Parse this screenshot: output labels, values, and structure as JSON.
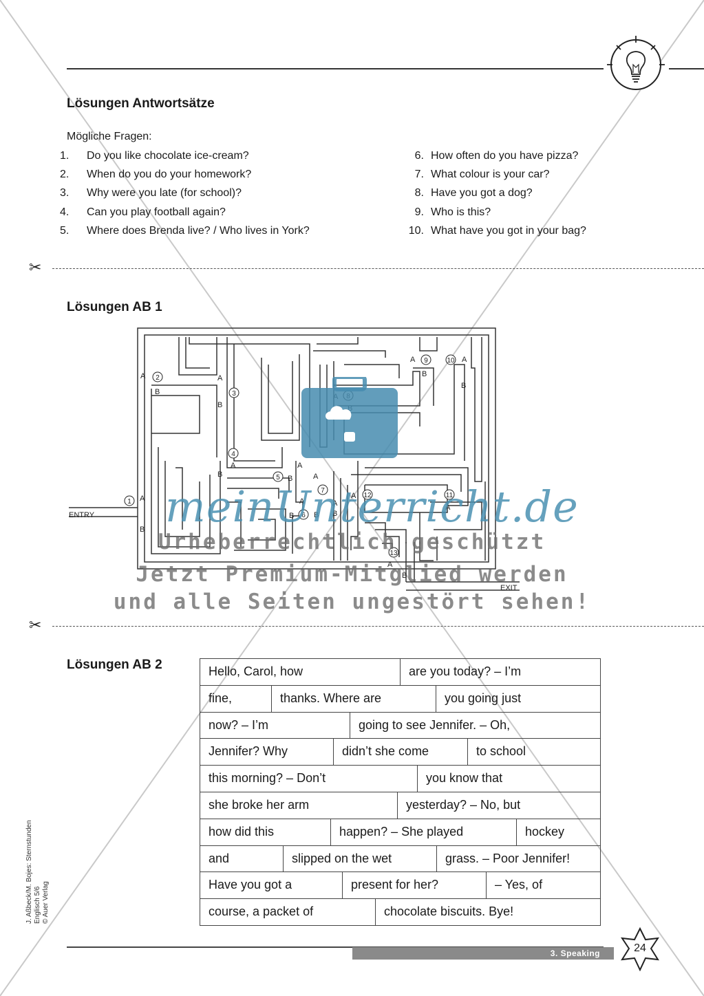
{
  "header": {
    "icon": "lightbulb-icon"
  },
  "section1": {
    "title": "Lösungen Antwortsätze",
    "subtitle": "Mögliche Fragen:",
    "questions_left": [
      {
        "n": "1.",
        "t": "Do you like chocolate ice-cream?"
      },
      {
        "n": "2.",
        "t": "When do you do your homework?"
      },
      {
        "n": "3.",
        "t": "Why were you late (for school)?"
      },
      {
        "n": "4.",
        "t": "Can you play football again?"
      },
      {
        "n": "5.",
        "t": "Where does Brenda live? / Who lives in York?"
      }
    ],
    "questions_right": [
      {
        "n": "6.",
        "t": "How often do you have pizza?"
      },
      {
        "n": "7.",
        "t": "What colour is your car?"
      },
      {
        "n": "8.",
        "t": "Have you got a dog?"
      },
      {
        "n": "9.",
        "t": "Who is this?"
      },
      {
        "n": "10.",
        "t": "What have you got in your bag?"
      }
    ]
  },
  "section2": {
    "title": "Lösungen AB 1",
    "entry_label": "ENTRY",
    "exit_label": "EXIT",
    "a": "A",
    "b": "B",
    "markers": [
      "1",
      "2",
      "3",
      "4",
      "5",
      "6",
      "7",
      "8",
      "9",
      "10",
      "11",
      "12",
      "13"
    ]
  },
  "watermark": {
    "brand": "meinUnterricht.de",
    "line1": "Urheberrechtlich geschützt",
    "line2": "Jetzt Premium-Mitglied werden",
    "line3": "und alle Seiten ungestört sehen!"
  },
  "section3": {
    "title": "Lösungen AB 2",
    "rows": [
      [
        "Hello, Carol, how",
        "are you today? – I’m"
      ],
      [
        "fine,",
        "thanks. Where are",
        "you going just"
      ],
      [
        "now? – I’m",
        "going to see Jennifer. – Oh,"
      ],
      [
        "Jennifer? Why",
        "didn’t she come",
        "to school"
      ],
      [
        "this morning? – Don’t",
        "you know that"
      ],
      [
        "she broke her arm",
        "yesterday? – No, but"
      ],
      [
        "how did this",
        "happen? – She played",
        "hockey"
      ],
      [
        "and",
        "slipped on the wet",
        "grass. – Poor Jennifer!"
      ],
      [
        "Have you got a",
        "present for her?",
        "– Yes, of"
      ],
      [
        "course, a packet of",
        "chocolate biscuits. Bye!"
      ]
    ]
  },
  "footer": {
    "credit_line1": "J. Aßbeck/M. Bojes: Sternstunden Englisch 5/6",
    "credit_line2": "© Auer Verlag",
    "section_label": "3. Speaking",
    "page_number": "24"
  }
}
